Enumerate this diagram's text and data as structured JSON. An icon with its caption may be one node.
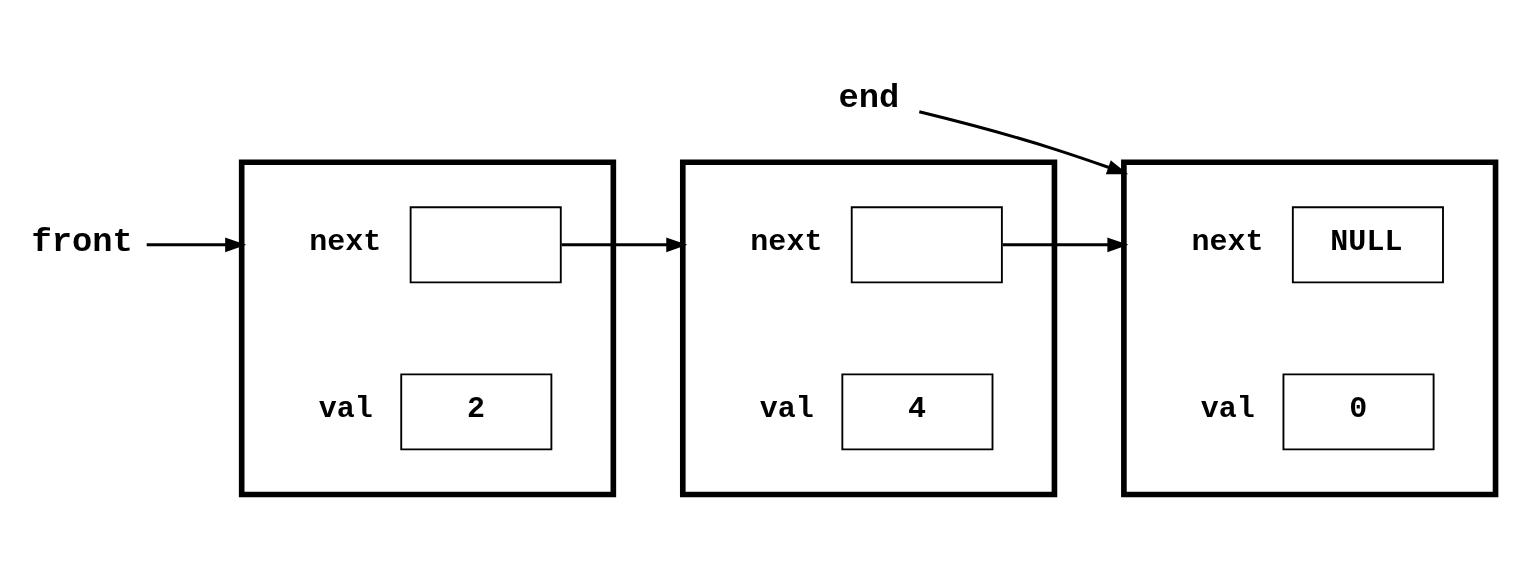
{
  "diagram": {
    "nodes": [
      {
        "text": [],
        "shape": "box"
      },
      {
        "text": [],
        "shape": "box",
        "in": 0,
        "beside": [
          "next"
        ]
      },
      {
        "text": [
          "2"
        ],
        "in": 0,
        "beside": [
          "val"
        ]
      },
      {
        "text": [],
        "shape": "box"
      },
      {
        "text": [],
        "shape": "box",
        "in": 3,
        "beside": [
          "next"
        ]
      },
      {
        "text": [
          "4"
        ],
        "in": 3,
        "beside": [
          "val"
        ]
      },
      {
        "text": [],
        "shape": "box"
      },
      {
        "text": [
          "NULL"
        ],
        "in": 6,
        "beside": [
          "next"
        ]
      },
      {
        "text": [
          "0"
        ],
        "in": 6,
        "beside": [
          "val"
        ]
      },
      {
        "text": [
          "front"
        ]
      },
      {
        "text": [
          "end"
        ]
      }
    ],
    "edges": [
      {
        "from": 1,
        "to": 3,
        "arrow": "to"
      },
      {
        "from": 4,
        "to": 6,
        "arrow": "to"
      },
      {
        "from": 9,
        "to": 0,
        "arrow": "to"
      },
      {
        "from": 10,
        "to": 6,
        "arrow": "to"
      }
    ]
  }
}
